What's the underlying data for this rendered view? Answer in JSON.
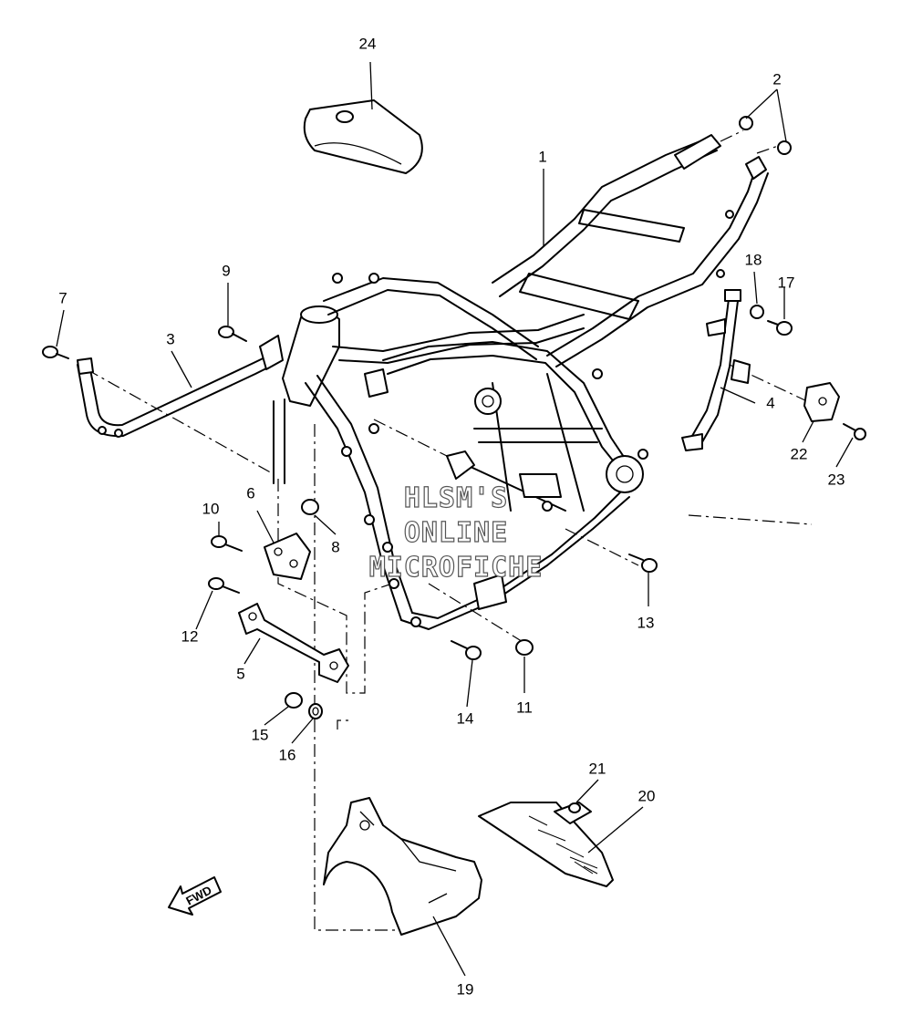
{
  "diagram": {
    "callouts": [
      {
        "id": "1",
        "label": "1"
      },
      {
        "id": "2",
        "label": "2"
      },
      {
        "id": "3",
        "label": "3"
      },
      {
        "id": "4",
        "label": "4"
      },
      {
        "id": "5",
        "label": "5"
      },
      {
        "id": "6",
        "label": "6"
      },
      {
        "id": "7",
        "label": "7"
      },
      {
        "id": "8",
        "label": "8"
      },
      {
        "id": "9",
        "label": "9"
      },
      {
        "id": "10",
        "label": "10"
      },
      {
        "id": "11",
        "label": "11"
      },
      {
        "id": "12",
        "label": "12"
      },
      {
        "id": "13",
        "label": "13"
      },
      {
        "id": "14",
        "label": "14"
      },
      {
        "id": "15",
        "label": "15"
      },
      {
        "id": "16",
        "label": "16"
      },
      {
        "id": "17",
        "label": "17"
      },
      {
        "id": "18",
        "label": "18"
      },
      {
        "id": "19",
        "label": "19"
      },
      {
        "id": "20",
        "label": "20"
      },
      {
        "id": "21",
        "label": "21"
      },
      {
        "id": "22",
        "label": "22"
      },
      {
        "id": "23",
        "label": "23"
      },
      {
        "id": "24",
        "label": "24"
      }
    ],
    "watermark": {
      "line1": "HLSM'S",
      "line2": "ONLINE",
      "line3": "MICROFICHE"
    },
    "direction_arrow": {
      "label": "FWD",
      "icon": "forward-arrow-icon"
    }
  }
}
